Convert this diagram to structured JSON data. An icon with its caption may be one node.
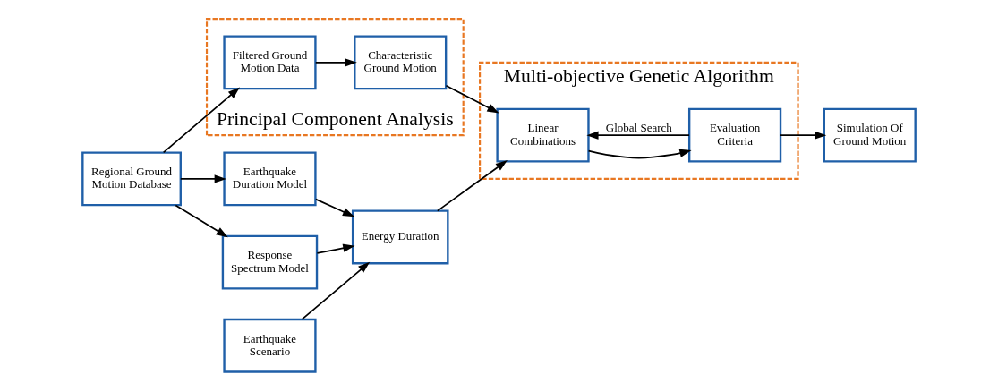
{
  "diagram": {
    "nodes": [
      {
        "text": [
          "Regional Ground Motion Database"
        ]
      },
      {
        "text": [
          "Earthquake Duration Model"
        ]
      },
      {
        "text": [
          "Response Spectrum Model"
        ]
      },
      {
        "text": [
          "Earthquake Scenario"
        ]
      },
      {
        "text": [
          "Energy Duration"
        ]
      },
      {
        "text": [
          "Principal Component Analysis"
        ]
      },
      {
        "text": [
          "Filtered Ground Motion Data"
        ],
        "in": 5
      },
      {
        "text": [
          "Characteristic Ground Motion"
        ],
        "in": 5
      },
      {
        "text": [
          "Multi-objective Genetic Algorithm"
        ]
      },
      {
        "text": [
          "Linear Combinations"
        ],
        "in": 8
      },
      {
        "text": [
          "Evaluation Criteria"
        ],
        "in": 8
      },
      {
        "text": [
          "Simulation Of Ground Motion"
        ]
      }
    ],
    "edges": [
      {
        "from": 0,
        "to": 1,
        "arrow": "to"
      },
      {
        "from": 0,
        "to": 2,
        "arrow": "to"
      },
      {
        "from": 0,
        "to": 6,
        "arrow": "to"
      },
      {
        "from": 1,
        "to": 4,
        "arrow": "to"
      },
      {
        "from": 2,
        "to": 4,
        "arrow": "to"
      },
      {
        "from": 3,
        "to": 4,
        "arrow": "to"
      },
      {
        "from": 6,
        "to": 7,
        "arrow": "to"
      },
      {
        "from": 4,
        "to": 9,
        "arrow": "to"
      },
      {
        "from": 7,
        "to": 9,
        "arrow": "to"
      },
      {
        "from": 9,
        "to": 10,
        "arrow": "to"
      },
      {
        "from": 10,
        "to": 9,
        "arrow": "to",
        "label": "Global Search"
      },
      {
        "from": 10,
        "to": 11,
        "arrow": "to"
      }
    ]
  }
}
